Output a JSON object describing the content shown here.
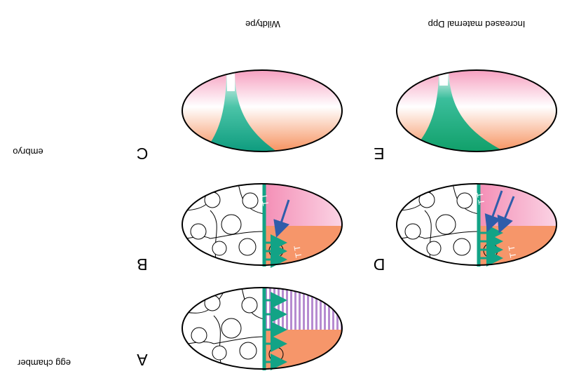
{
  "columns": {
    "wildtype": "Wildtype",
    "increased": "Increased maternal Dpp"
  },
  "rows": {
    "embryo": "embryo",
    "egg_chamber": "egg chamber"
  },
  "panels": {
    "A": "A",
    "B": "B",
    "C": "C",
    "D": "D",
    "E": "E"
  },
  "markers": {
    "tt": "T T"
  },
  "colors": {
    "pink": "#F7A6C2",
    "orange": "#F6966A",
    "green": "#12A386",
    "blue": "#2F5DAA",
    "stripe": "#B68BD0"
  },
  "orientation": "image is rotated 180 degrees (text appears upside down)"
}
